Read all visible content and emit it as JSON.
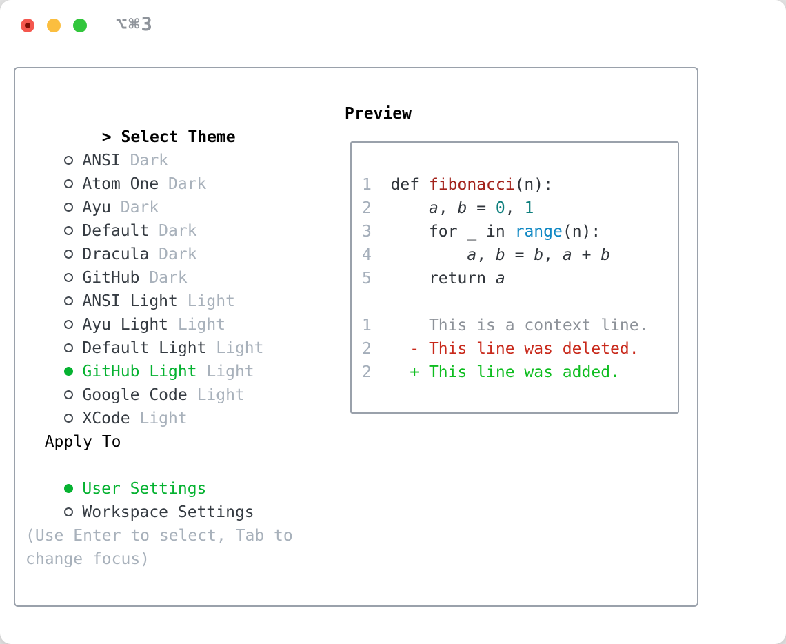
{
  "window": {
    "title": "⌥⌘3",
    "traffic_lights": [
      "close",
      "minimize",
      "zoom"
    ]
  },
  "theme_picker": {
    "focus_marker": ">",
    "header": "Select Theme",
    "items": [
      {
        "name": "ANSI",
        "variant": "Dark",
        "selected": false
      },
      {
        "name": "Atom One",
        "variant": "Dark",
        "selected": false
      },
      {
        "name": "Ayu",
        "variant": "Dark",
        "selected": false
      },
      {
        "name": "Default",
        "variant": "Dark",
        "selected": false
      },
      {
        "name": "Dracula",
        "variant": "Dark",
        "selected": false
      },
      {
        "name": "GitHub",
        "variant": "Dark",
        "selected": false
      },
      {
        "name": "ANSI Light",
        "variant": "Light",
        "selected": false
      },
      {
        "name": "Ayu Light",
        "variant": "Light",
        "selected": false
      },
      {
        "name": "Default Light",
        "variant": "Light",
        "selected": false
      },
      {
        "name": "GitHub Light",
        "variant": "Light",
        "selected": true
      },
      {
        "name": "Google Code",
        "variant": "Light",
        "selected": false
      },
      {
        "name": "XCode",
        "variant": "Light",
        "selected": false
      }
    ]
  },
  "apply_to": {
    "header": "Apply To",
    "options": [
      {
        "label": "User Settings",
        "selected": true
      },
      {
        "label": "Workspace Settings",
        "selected": false
      }
    ]
  },
  "hint": "(Use Enter to select, Tab to change focus)",
  "icons": {
    "radio_selected": "filled-circle",
    "radio_unselected": "open-circle"
  },
  "preview": {
    "header": "Preview",
    "lines": [
      {
        "tokens": [
          [
            "1",
            "lineno"
          ],
          [
            "  ",
            "plain"
          ],
          [
            "def ",
            "kw"
          ],
          [
            "fibonacci",
            "fn"
          ],
          [
            "(n):",
            "plain"
          ]
        ]
      },
      {
        "tokens": [
          [
            "2",
            "lineno"
          ],
          [
            "      ",
            "plain"
          ],
          [
            "a",
            "var"
          ],
          [
            ", ",
            "plain"
          ],
          [
            "b",
            "var"
          ],
          [
            " = ",
            "plain"
          ],
          [
            "0",
            "num"
          ],
          [
            ", ",
            "plain"
          ],
          [
            "1",
            "num"
          ]
        ]
      },
      {
        "tokens": [
          [
            "3",
            "lineno"
          ],
          [
            "      ",
            "plain"
          ],
          [
            "for ",
            "kw"
          ],
          [
            "_ ",
            "plain"
          ],
          [
            "in ",
            "kw"
          ],
          [
            "range",
            "call"
          ],
          [
            "(n):",
            "plain"
          ]
        ]
      },
      {
        "tokens": [
          [
            "4",
            "lineno"
          ],
          [
            "          ",
            "plain"
          ],
          [
            "a",
            "var"
          ],
          [
            ", ",
            "plain"
          ],
          [
            "b",
            "var"
          ],
          [
            " = ",
            "plain"
          ],
          [
            "b",
            "var"
          ],
          [
            ", ",
            "plain"
          ],
          [
            "a",
            "var"
          ],
          [
            " + ",
            "plain"
          ],
          [
            "b",
            "var"
          ]
        ]
      },
      {
        "tokens": [
          [
            "5",
            "lineno"
          ],
          [
            "      ",
            "plain"
          ],
          [
            "return ",
            "kw"
          ],
          [
            "a",
            "var"
          ]
        ]
      },
      {
        "tokens": []
      },
      {
        "tokens": [
          [
            "1",
            "lineno"
          ],
          [
            "      ",
            "plain"
          ],
          [
            "This is a context line.",
            "ctx"
          ]
        ]
      },
      {
        "tokens": [
          [
            "2",
            "lineno"
          ],
          [
            "    ",
            "plain"
          ],
          [
            "- This line was deleted.",
            "del"
          ]
        ]
      },
      {
        "tokens": [
          [
            "2",
            "lineno"
          ],
          [
            "    ",
            "plain"
          ],
          [
            "+ This line was added.",
            "add"
          ]
        ]
      }
    ]
  },
  "colors": {
    "accent_green": "#06b231",
    "added_green": "#0fbd20",
    "deleted_red": "#c8291b",
    "function_red": "#a2211a",
    "number_teal": "#0e7f7d",
    "builtin_blue": "#0e87c3",
    "context_gray": "#8d9299",
    "line_number_gray": "#a4aeba",
    "muted_gray": "#a8b1bb",
    "border_gray": "#9aa1ab",
    "traffic_red": "#f4574e",
    "traffic_yellow": "#fbbe3f",
    "traffic_green": "#32c63c"
  }
}
